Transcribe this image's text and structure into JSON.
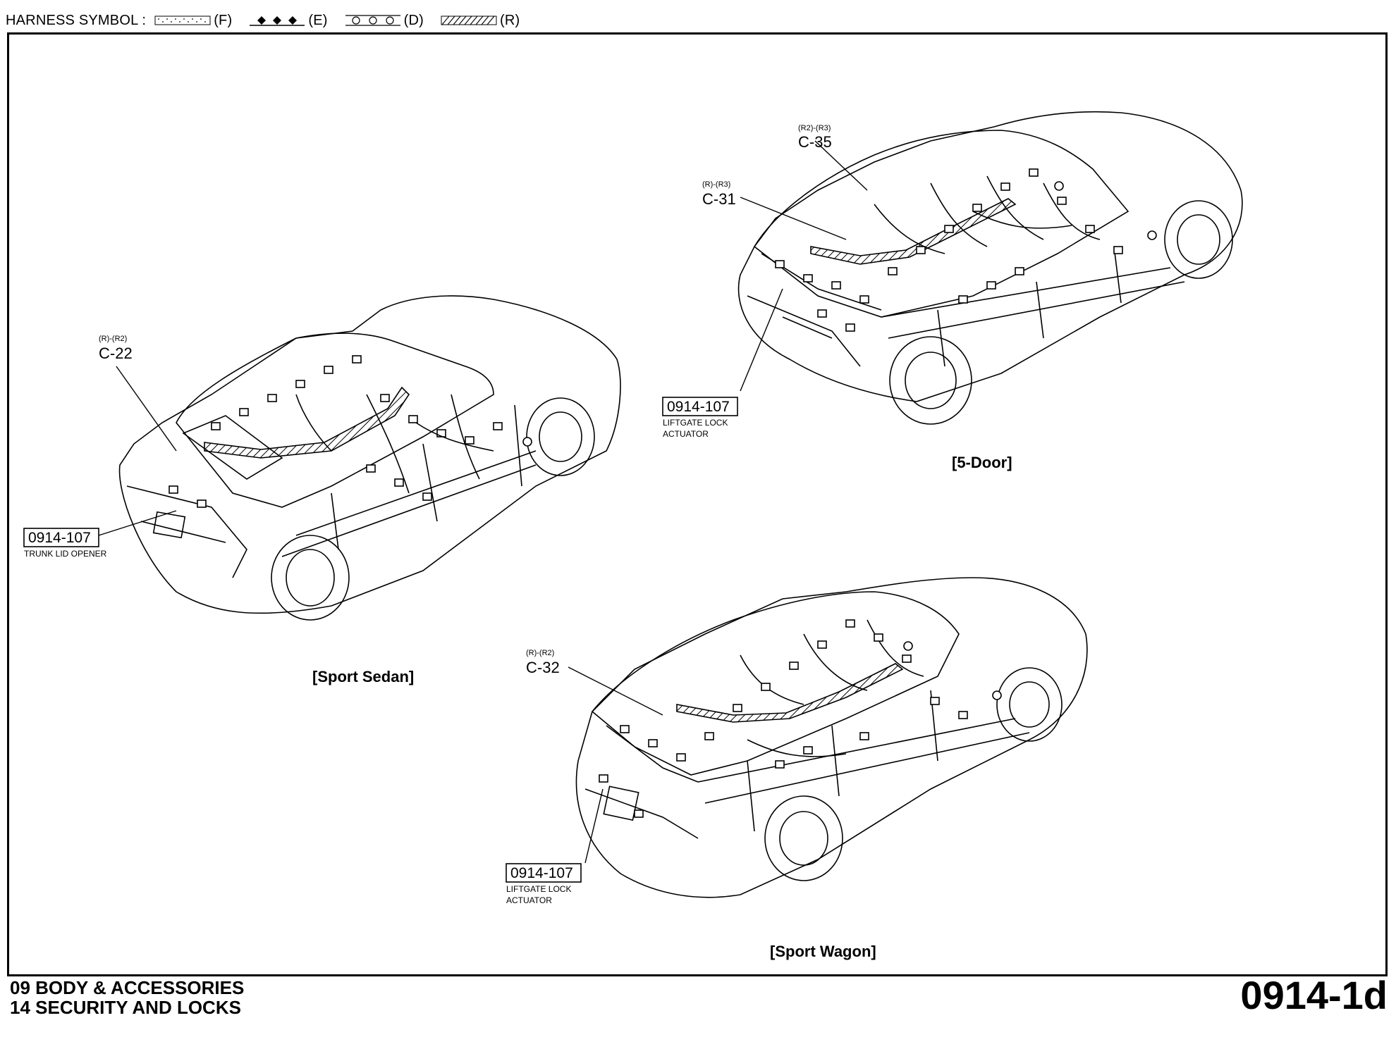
{
  "header": {
    "title": "HARNESS SYMBOL :",
    "symbols": [
      {
        "code": "(F)",
        "pattern": "dots"
      },
      {
        "code": "(E)",
        "pattern": "diamonds"
      },
      {
        "code": "(D)",
        "pattern": "circles"
      },
      {
        "code": "(R)",
        "pattern": "hatch"
      }
    ]
  },
  "diagrams": [
    {
      "title": "[Sport Sedan]",
      "connector": {
        "harness": "(R)-(R2)",
        "id": "C-22"
      },
      "callout": {
        "code": "0914-107",
        "desc_lines": [
          "TRUNK LID OPENER"
        ]
      }
    },
    {
      "title": "[5-Door]",
      "connectors": [
        {
          "harness": "(R2)-(R3)",
          "id": "C-35"
        },
        {
          "harness": "(R)-(R3)",
          "id": "C-31"
        }
      ],
      "callout": {
        "code": "0914-107",
        "desc_lines": [
          "LIFTGATE LOCK",
          "ACTUATOR"
        ]
      }
    },
    {
      "title": "[Sport Wagon]",
      "connector": {
        "harness": "(R)-(R2)",
        "id": "C-32"
      },
      "callout": {
        "code": "0914-107",
        "desc_lines": [
          "LIFTGATE LOCK",
          "ACTUATOR"
        ]
      }
    }
  ],
  "footer": {
    "line1": "09  BODY & ACCESSORIES",
    "line2": "14  SECURITY AND LOCKS",
    "page_code": "0914-1d"
  }
}
